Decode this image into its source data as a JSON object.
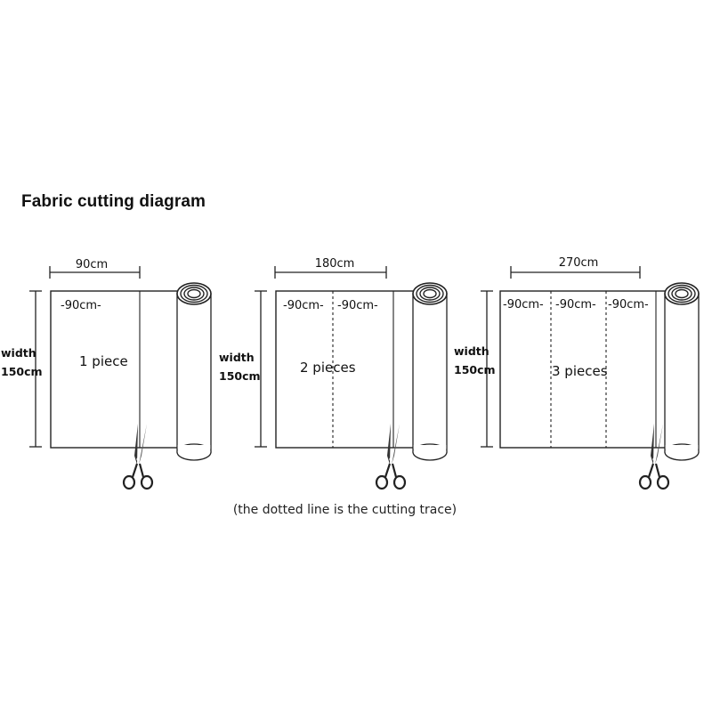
{
  "title": "Fabric cutting diagram",
  "caption": "(the dotted line is the cutting trace)",
  "panels": [
    {
      "total_length": "90cm",
      "width_label_1": "width",
      "width_label_2": "150cm",
      "segments": [
        "-90cm-"
      ],
      "pieces": "1 piece"
    },
    {
      "total_length": "180cm",
      "width_label_1": "width",
      "width_label_2": "150cm",
      "segments": [
        "-90cm-",
        "-90cm-"
      ],
      "pieces": "2 pieces"
    },
    {
      "total_length": "270cm",
      "width_label_1": "width",
      "width_label_2": "150cm",
      "segments": [
        "-90cm-",
        "-90cm-",
        "-90cm-"
      ],
      "pieces": "3 pieces"
    }
  ],
  "icons": {
    "roll": "fabric-roll-icon",
    "scissors": "scissors-icon"
  }
}
